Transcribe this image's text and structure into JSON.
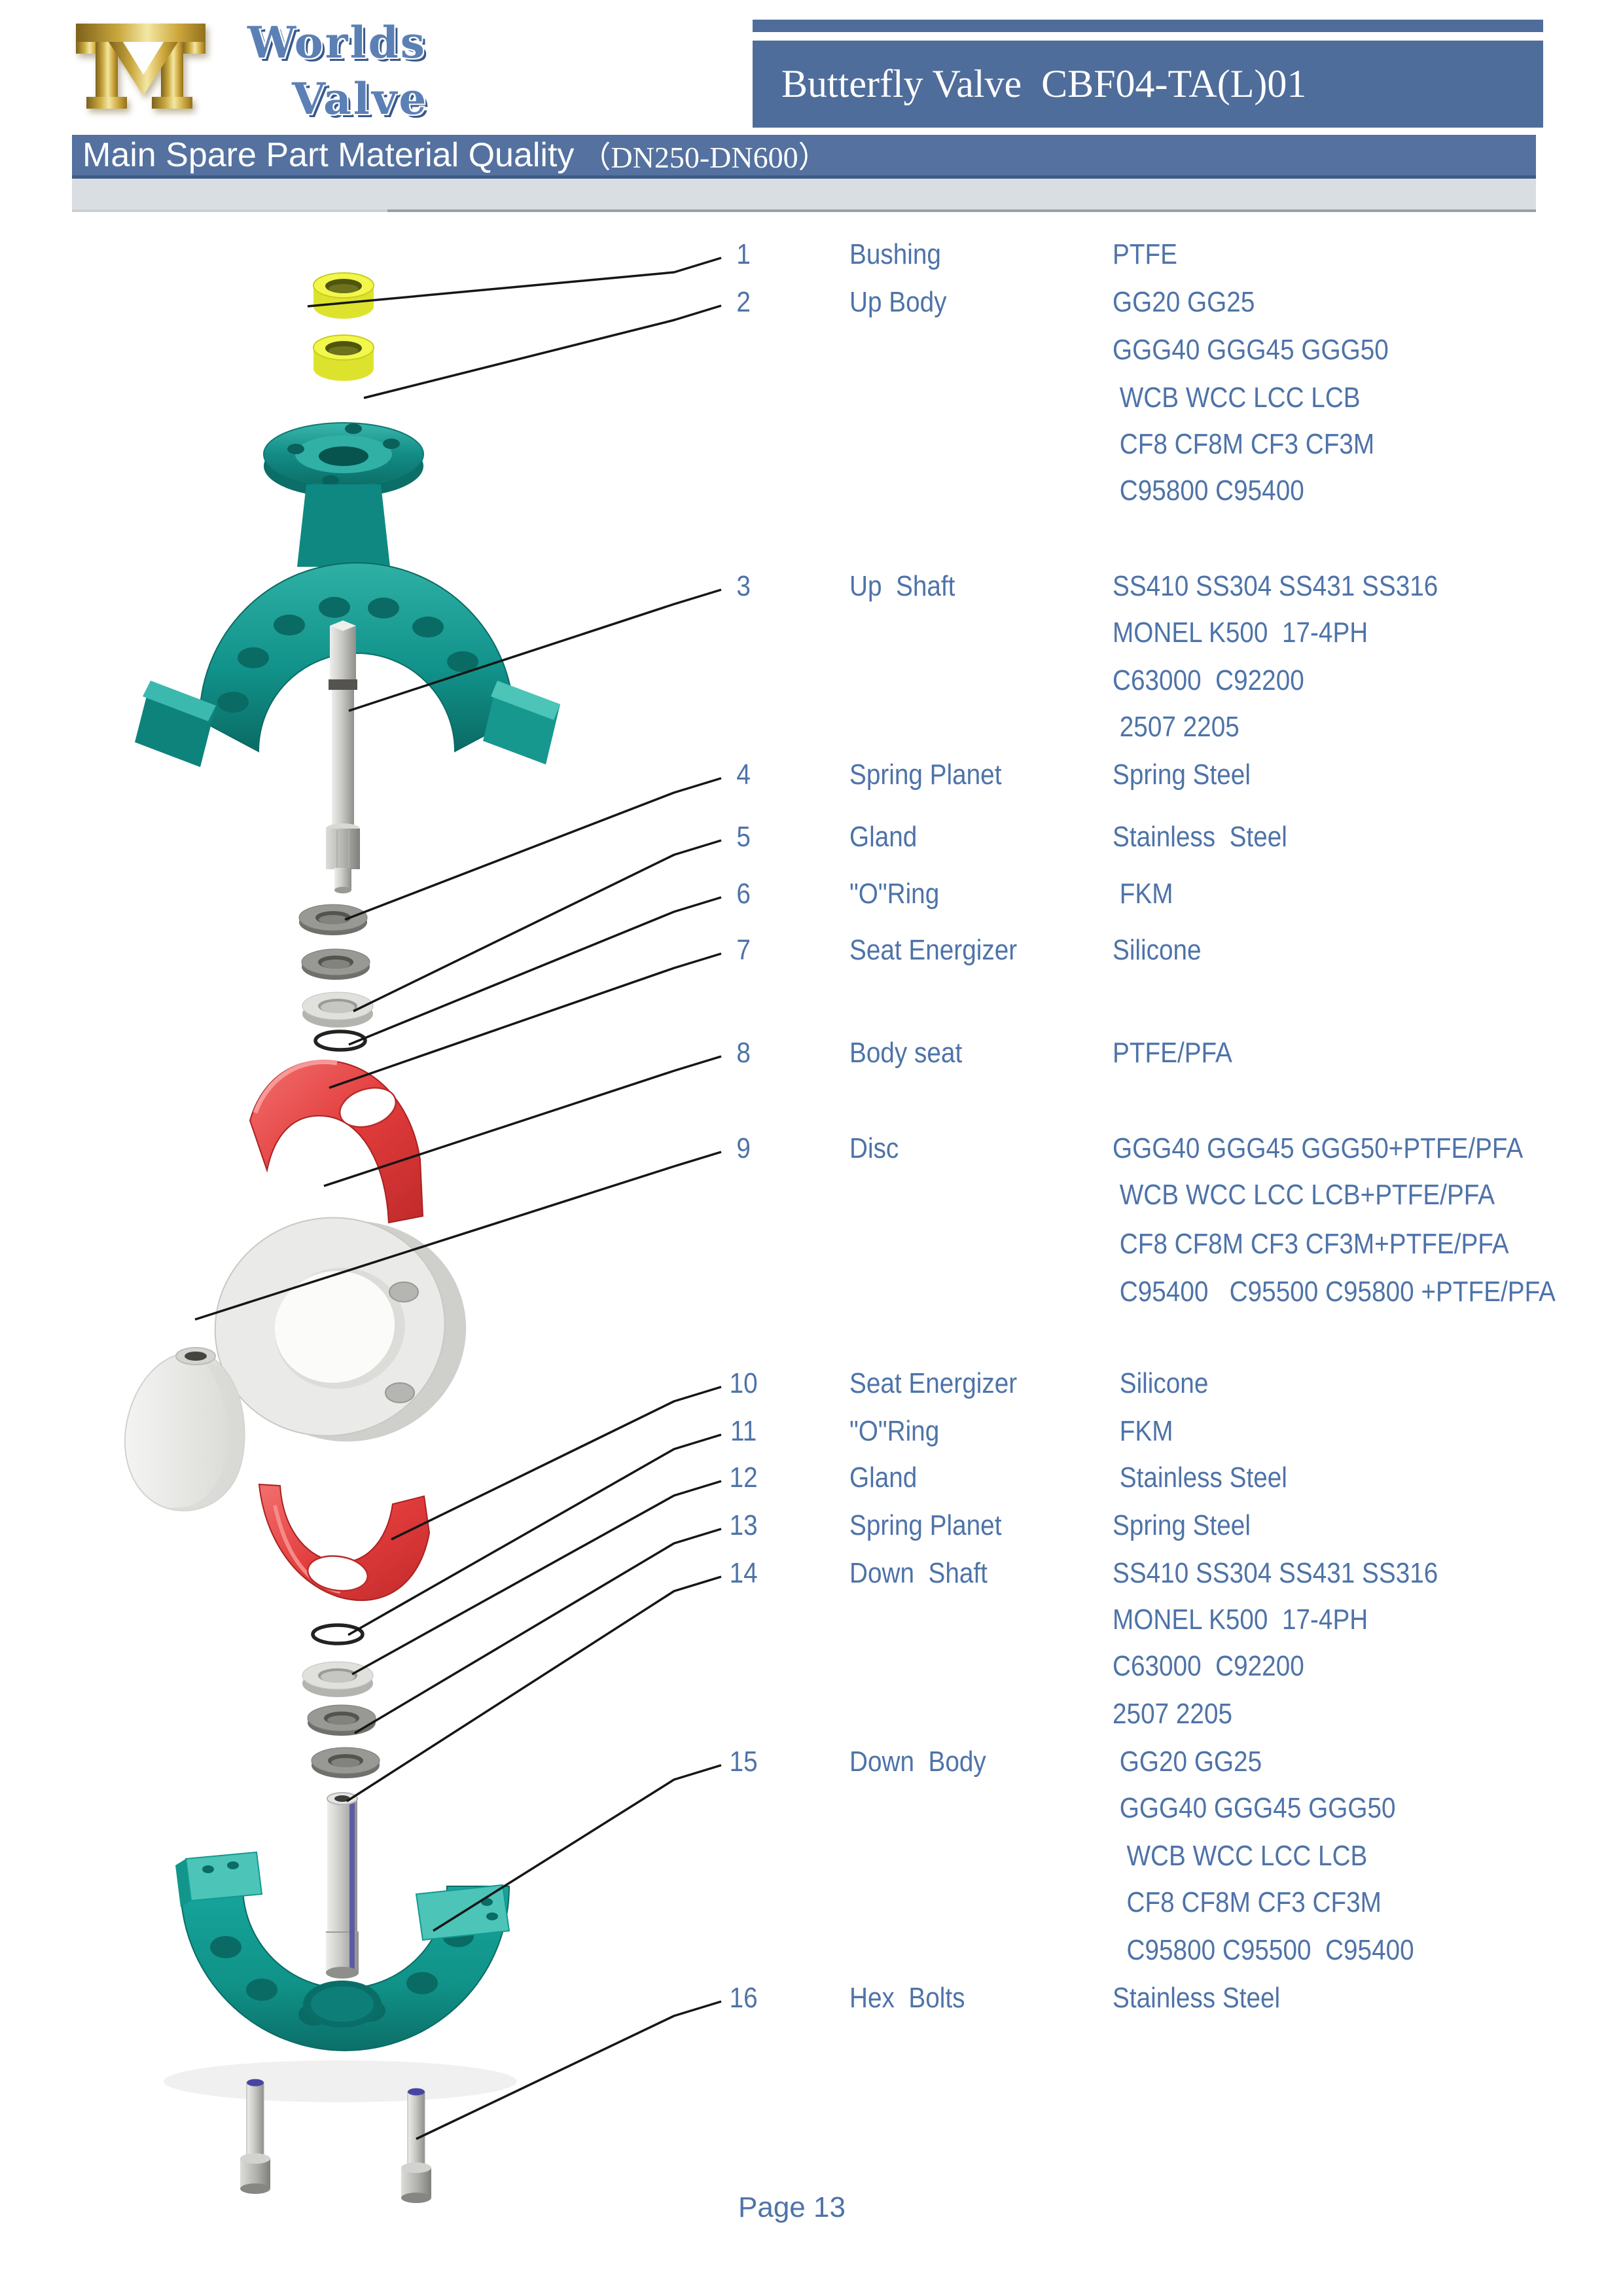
{
  "logo": {
    "line1": "Worlds",
    "line2": "Valve"
  },
  "header": {
    "title": "Butterfly Valve  CBF04-TA(L)01"
  },
  "banner": {
    "title": "Main Spare Part Material Quality",
    "range": "（DN250-DN600）"
  },
  "parts": [
    {
      "num": "1",
      "name": "Bushing",
      "materials": [
        "PTFE"
      ]
    },
    {
      "num": "2",
      "name": "Up Body",
      "materials": [
        "GG20 GG25",
        "GGG40 GGG45 GGG50",
        " WCB WCC LCC LCB",
        " CF8 CF8M CF3 CF3M",
        " C95800 C95400"
      ]
    },
    {
      "num": "3",
      "name": "Up  Shaft",
      "materials": [
        "SS410 SS304 SS431 SS316",
        "MONEL K500  17-4PH",
        "C63000  C92200",
        " 2507 2205"
      ]
    },
    {
      "num": "4",
      "name": "Spring Planet",
      "materials": [
        "Spring Steel"
      ]
    },
    {
      "num": "5",
      "name": "Gland",
      "materials": [
        "Stainless  Steel"
      ]
    },
    {
      "num": "6",
      "name": "\"O\"Ring",
      "materials": [
        " FKM"
      ]
    },
    {
      "num": "7",
      "name": "Seat Energizer",
      "materials": [
        "Silicone"
      ]
    },
    {
      "num": "8",
      "name": "Body seat",
      "materials": [
        "PTFE/PFA"
      ]
    },
    {
      "num": "9",
      "name": "Disc",
      "materials": [
        "GGG40 GGG45 GGG50+PTFE/PFA",
        " WCB WCC LCC LCB+PTFE/PFA",
        " CF8 CF8M CF3 CF3M+PTFE/PFA",
        " C95400   C95500 C95800 +PTFE/PFA"
      ]
    },
    {
      "num": "10",
      "name": "Seat Energizer",
      "materials": [
        " Silicone"
      ]
    },
    {
      "num": "11",
      "name": "\"O\"Ring",
      "materials": [
        " FKM"
      ]
    },
    {
      "num": "12",
      "name": "Gland",
      "materials": [
        " Stainless Steel"
      ]
    },
    {
      "num": "13",
      "name": "Spring Planet",
      "materials": [
        "Spring Steel"
      ]
    },
    {
      "num": "14",
      "name": "Down  Shaft",
      "materials": [
        "SS410 SS304 SS431 SS316",
        "MONEL K500  17-4PH",
        "C63000  C92200",
        "2507 2205"
      ]
    },
    {
      "num": "15",
      "name": "Down  Body",
      "materials": [
        " GG20 GG25",
        " GGG40 GGG45 GGG50",
        "  WCB WCC LCC LCB",
        "  CF8 CF8M CF3 CF3M",
        "  C95800 C95500  C95400"
      ]
    },
    {
      "num": "16",
      "name": "Hex  Bolts",
      "materials": [
        "Stainless Steel"
      ]
    }
  ],
  "footer": {
    "page": "Page 13"
  },
  "colors": {
    "banner_blue": "#54719F",
    "header_blue": "#4F6D9B",
    "text_blue": "#4E73A8",
    "logo_blue": "#5B80B5",
    "teal": "#12968E",
    "teal_light": "#45C0B4",
    "teal_dark": "#0B6B65",
    "red": "#E23C3C",
    "yellow": "#E9EE35",
    "gold": "#C9A53D",
    "gray_bar": "#D9DEE3"
  }
}
